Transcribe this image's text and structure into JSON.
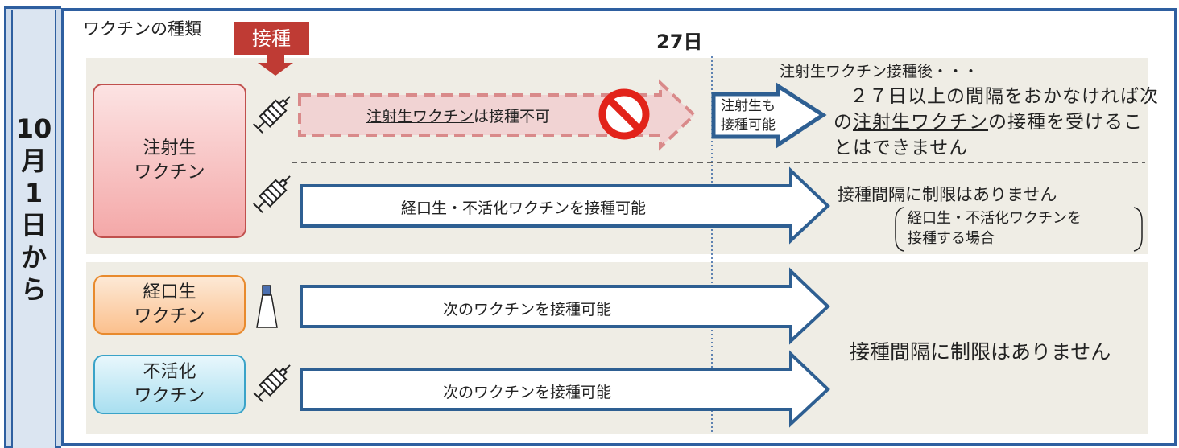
{
  "side_label": [
    "10",
    "月",
    "1",
    "日",
    "か",
    "ら"
  ],
  "header": {
    "vaccine_type": "ワクチンの種類",
    "inoculation": "接種",
    "day": "27日"
  },
  "injectable": {
    "box_line1": "注射生",
    "box_line2": "ワクチン",
    "blocked_prefix": "注射生ワクチン",
    "blocked_suffix": "は接種不可",
    "small_arrow_line1": "注射生も",
    "small_arrow_line2": "接種可能",
    "note_title": "注射生ワクチン接種後・・・",
    "note_line1": "２７日以上の間隔をおかなければ次",
    "note_line2_prefix": "の",
    "note_line2_underlined": "注射生ワクチン",
    "note_line2_suffix": "の接種を受けるこ",
    "note_line3": "とはできません",
    "oral_inactivated_arrow": "経口生・不活化ワクチンを接種可能",
    "no_limit_title": "接種間隔に制限はありません",
    "paren_line1": "経口生・不活化ワクチンを",
    "paren_line2": "接種する場合"
  },
  "oral": {
    "box_line1": "経口生",
    "box_line2": "ワクチン",
    "arrow": "次のワクチンを接種可能"
  },
  "inactivated": {
    "box_line1": "不活化",
    "box_line2": "ワクチン",
    "arrow": "次のワクチンを接種可能"
  },
  "shared_note": "接種間隔に制限はありません",
  "colors": {
    "frame_blue": "#2e5fa0",
    "tag_red": "#bf3b34",
    "band_beige": "#efede5",
    "prohibited_red": "#e2231a"
  },
  "icons": [
    "syringe-icon",
    "syringe-icon",
    "bottle-icon",
    "syringe-icon",
    "prohibited-icon"
  ]
}
